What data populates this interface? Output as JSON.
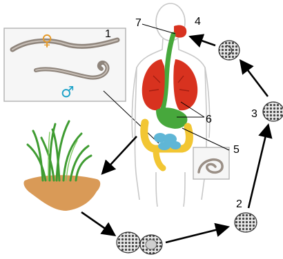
{
  "labels": {
    "l1": "1",
    "l2": "2",
    "l3": "3",
    "l4": "4",
    "l5": "5",
    "l6": "6",
    "l7": "7"
  },
  "symbols": {
    "female": "♀",
    "male": "♂"
  },
  "colors": {
    "female_symbol": "#e59a2a",
    "male_symbol": "#1fa3c9",
    "worm": "#9a8f86",
    "lungs": "#d8321f",
    "intestine_yellow": "#f2c633",
    "intestine_blue": "#5fb6d6",
    "trachea_green": "#47a83c",
    "soil": "#d99a57",
    "grass": "#3f9c32",
    "egg": "#555555"
  }
}
